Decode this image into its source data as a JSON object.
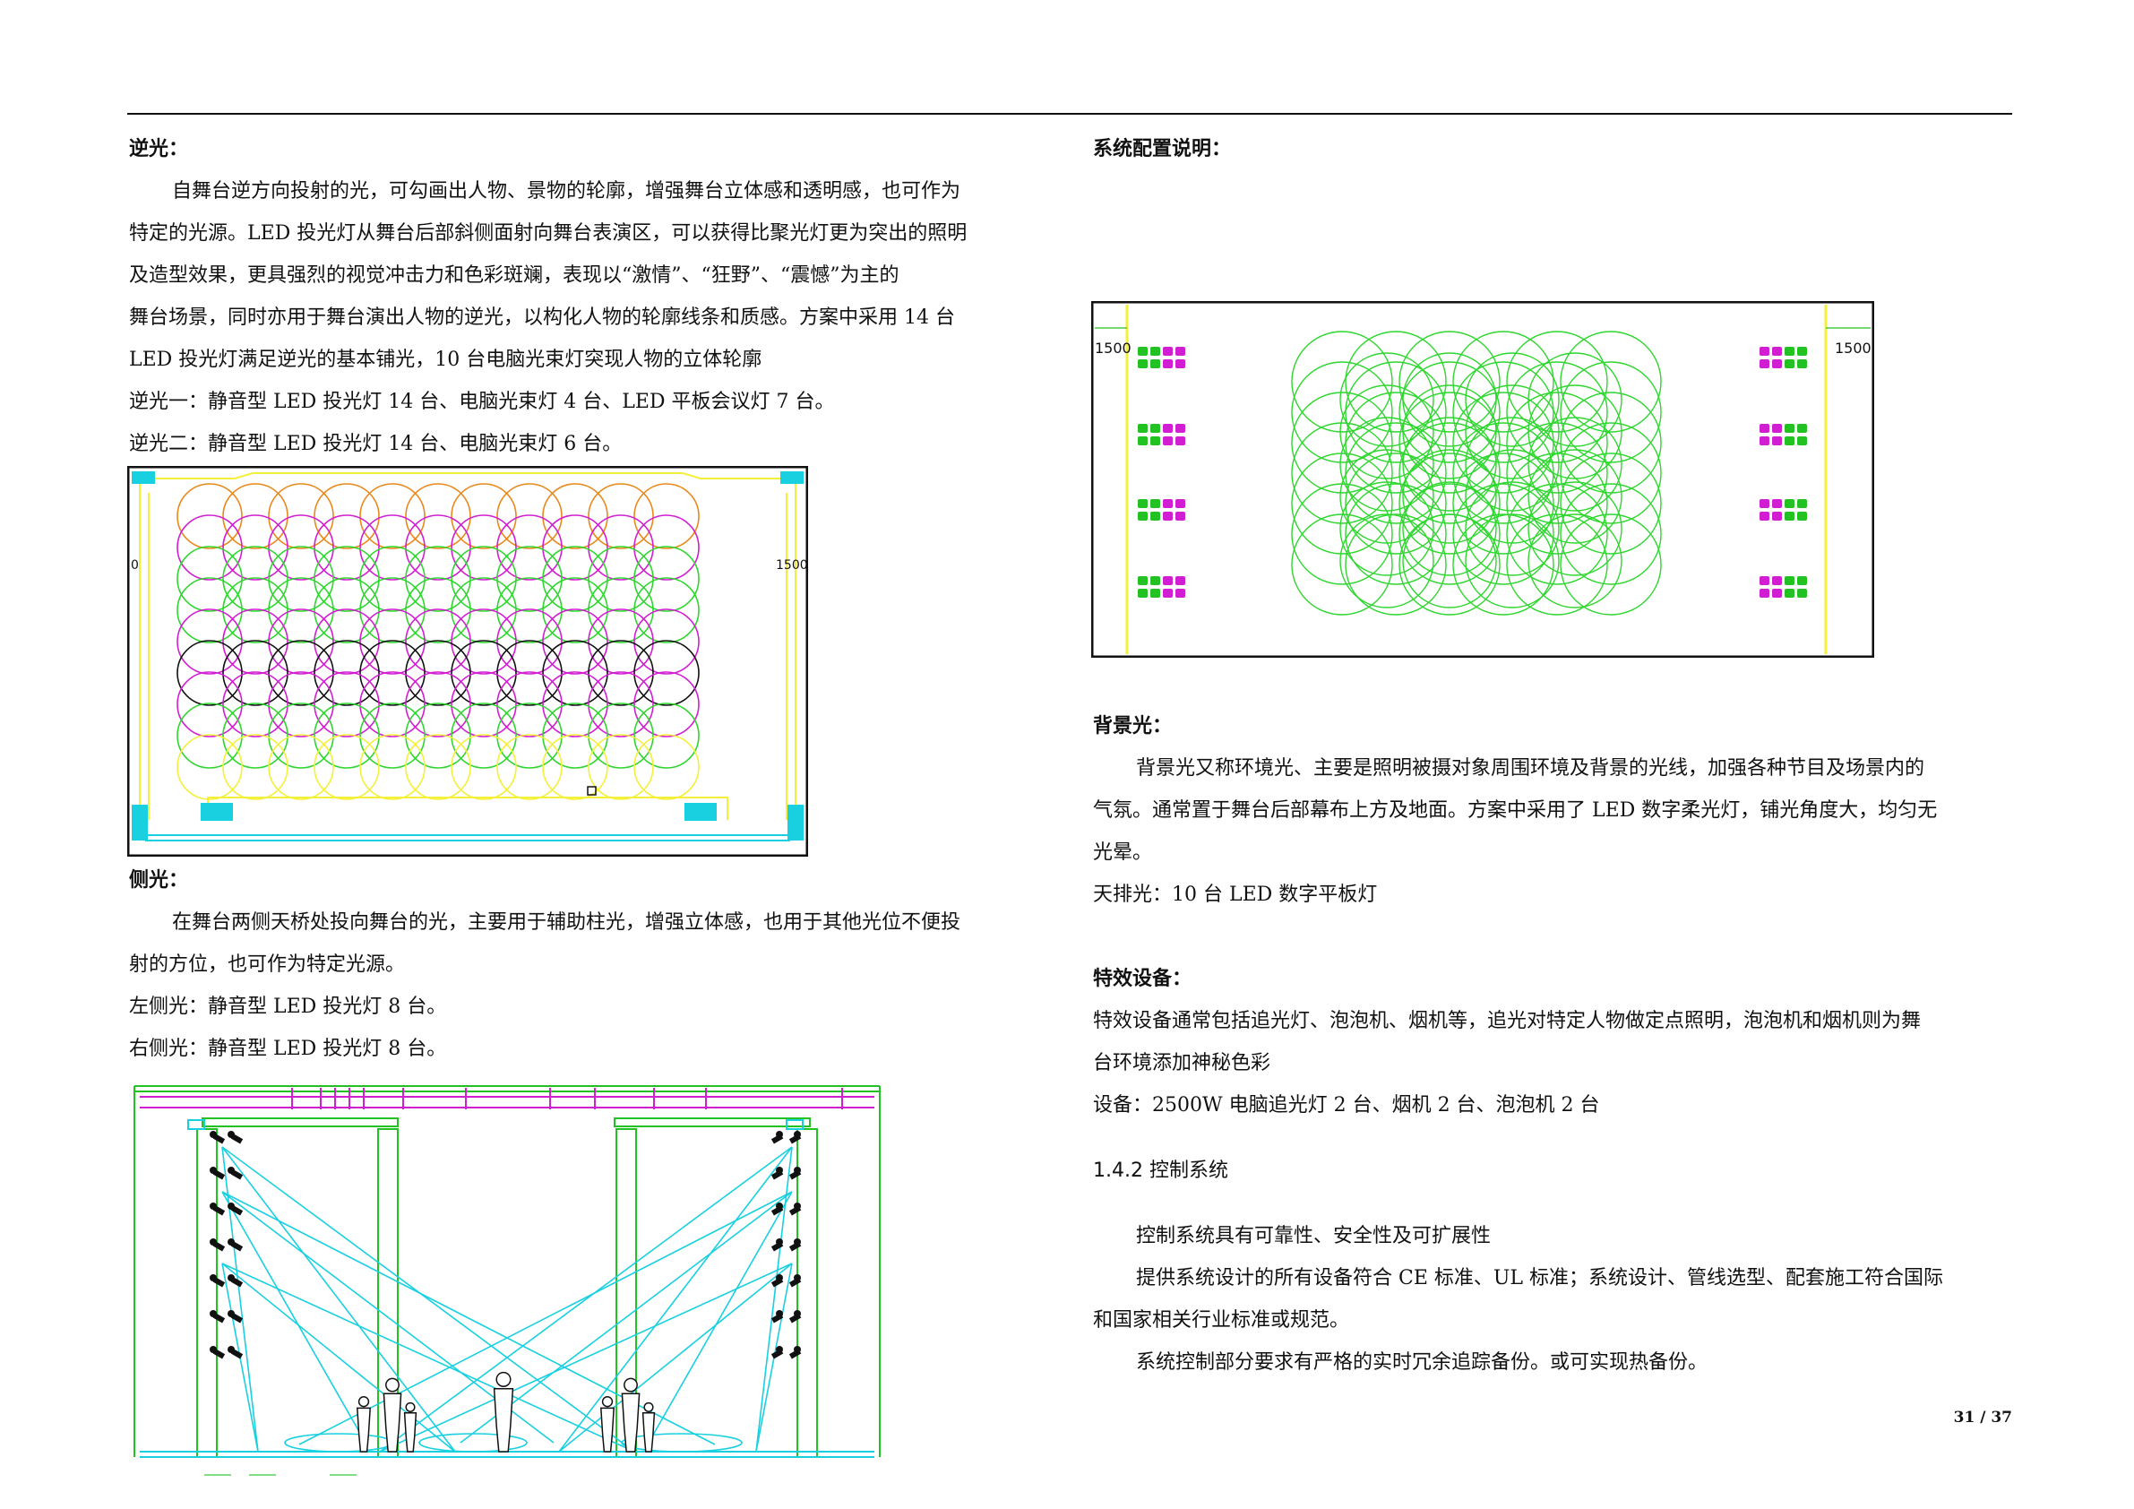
{
  "left": {
    "backlight": {
      "heading": "逆光：",
      "lines": [
        "自舞台逆方向投射的光，可勾画出人物、景物的轮廓，增强舞台立体感和透明感，也可作为",
        "特定的光源。LED 投光灯从舞台后部斜侧面射向舞台表演区，可以获得比聚光灯更为突出的照明",
        "及造型效果，更具强烈的视觉冲击力和色彩斑斓，表现以“激情”、“狂野”、“震憾”为主的",
        "舞台场景，同时亦用于舞台演出人物的逆光，以构化人物的轮廓线条和质感。方案中采用 14 台",
        "LED 投光灯满足逆光的基本铺光，10 台电脑光束灯突现人物的立体轮廓",
        "逆光一：静音型 LED 投光灯 14 台、电脑光束灯 4 台、LED 平板会议灯 7 台。",
        "逆光二：静音型 LED 投光灯 14 台、电脑光束灯 6 台。"
      ],
      "fig_label_left": "0",
      "fig_label_right": "1500"
    },
    "sidelight": {
      "heading": "侧光：",
      "lines": [
        "在舞台两侧天桥处投向舞台的光，主要用于辅助柱光，增强立体感，也用于其他光位不便投",
        "射的方位，也可作为特定光源。",
        "左侧光：静音型 LED 投光灯 8 台。",
        "右侧光：静音型 LED 投光灯 8 台。"
      ]
    }
  },
  "right": {
    "config": {
      "heading": "系统配置说明：",
      "fig_label_left": "1500",
      "fig_label_right": "1500"
    },
    "background": {
      "heading": "背景光：",
      "lines": [
        "背景光又称环境光、主要是照明被摄对象周围环境及背景的光线，加强各种节目及场景内的",
        "气氛。通常置于舞台后部幕布上方及地面。方案中采用了 LED 数字柔光灯，铺光角度大，均匀无",
        "光晕。",
        "天排光：10 台 LED 数字平板灯"
      ]
    },
    "effects": {
      "heading": "特效设备：",
      "lines": [
        "特效设备通常包括追光灯、泡泡机、烟机等，追光对特定人物做定点照明，泡泡机和烟机则为舞",
        "台环境添加神秘色彩",
        "设备：2500W 电脑追光灯 2 台、烟机 2 台、泡泡机 2 台"
      ]
    },
    "control": {
      "section": "1.4.2 控制系统",
      "lines": [
        "控制系统具有可靠性、安全性及可扩展性",
        "提供系统设计的所有设备符合 CE 标准、UL 标准；系统设计、管线选型、配套施工符合国际",
        "和国家相关行业标准或规范。",
        "系统控制部分要求有严格的实时冗余追踪备份。或可实现热备份。"
      ]
    }
  },
  "page_number": "31 / 37",
  "colors": {
    "orange": "#e8891c",
    "magenta": "#d21ed2",
    "green": "#2fd62f",
    "black": "#111111",
    "yellow": "#f4f03a",
    "cyan": "#19d0e0",
    "cad_green": "#22c222"
  }
}
